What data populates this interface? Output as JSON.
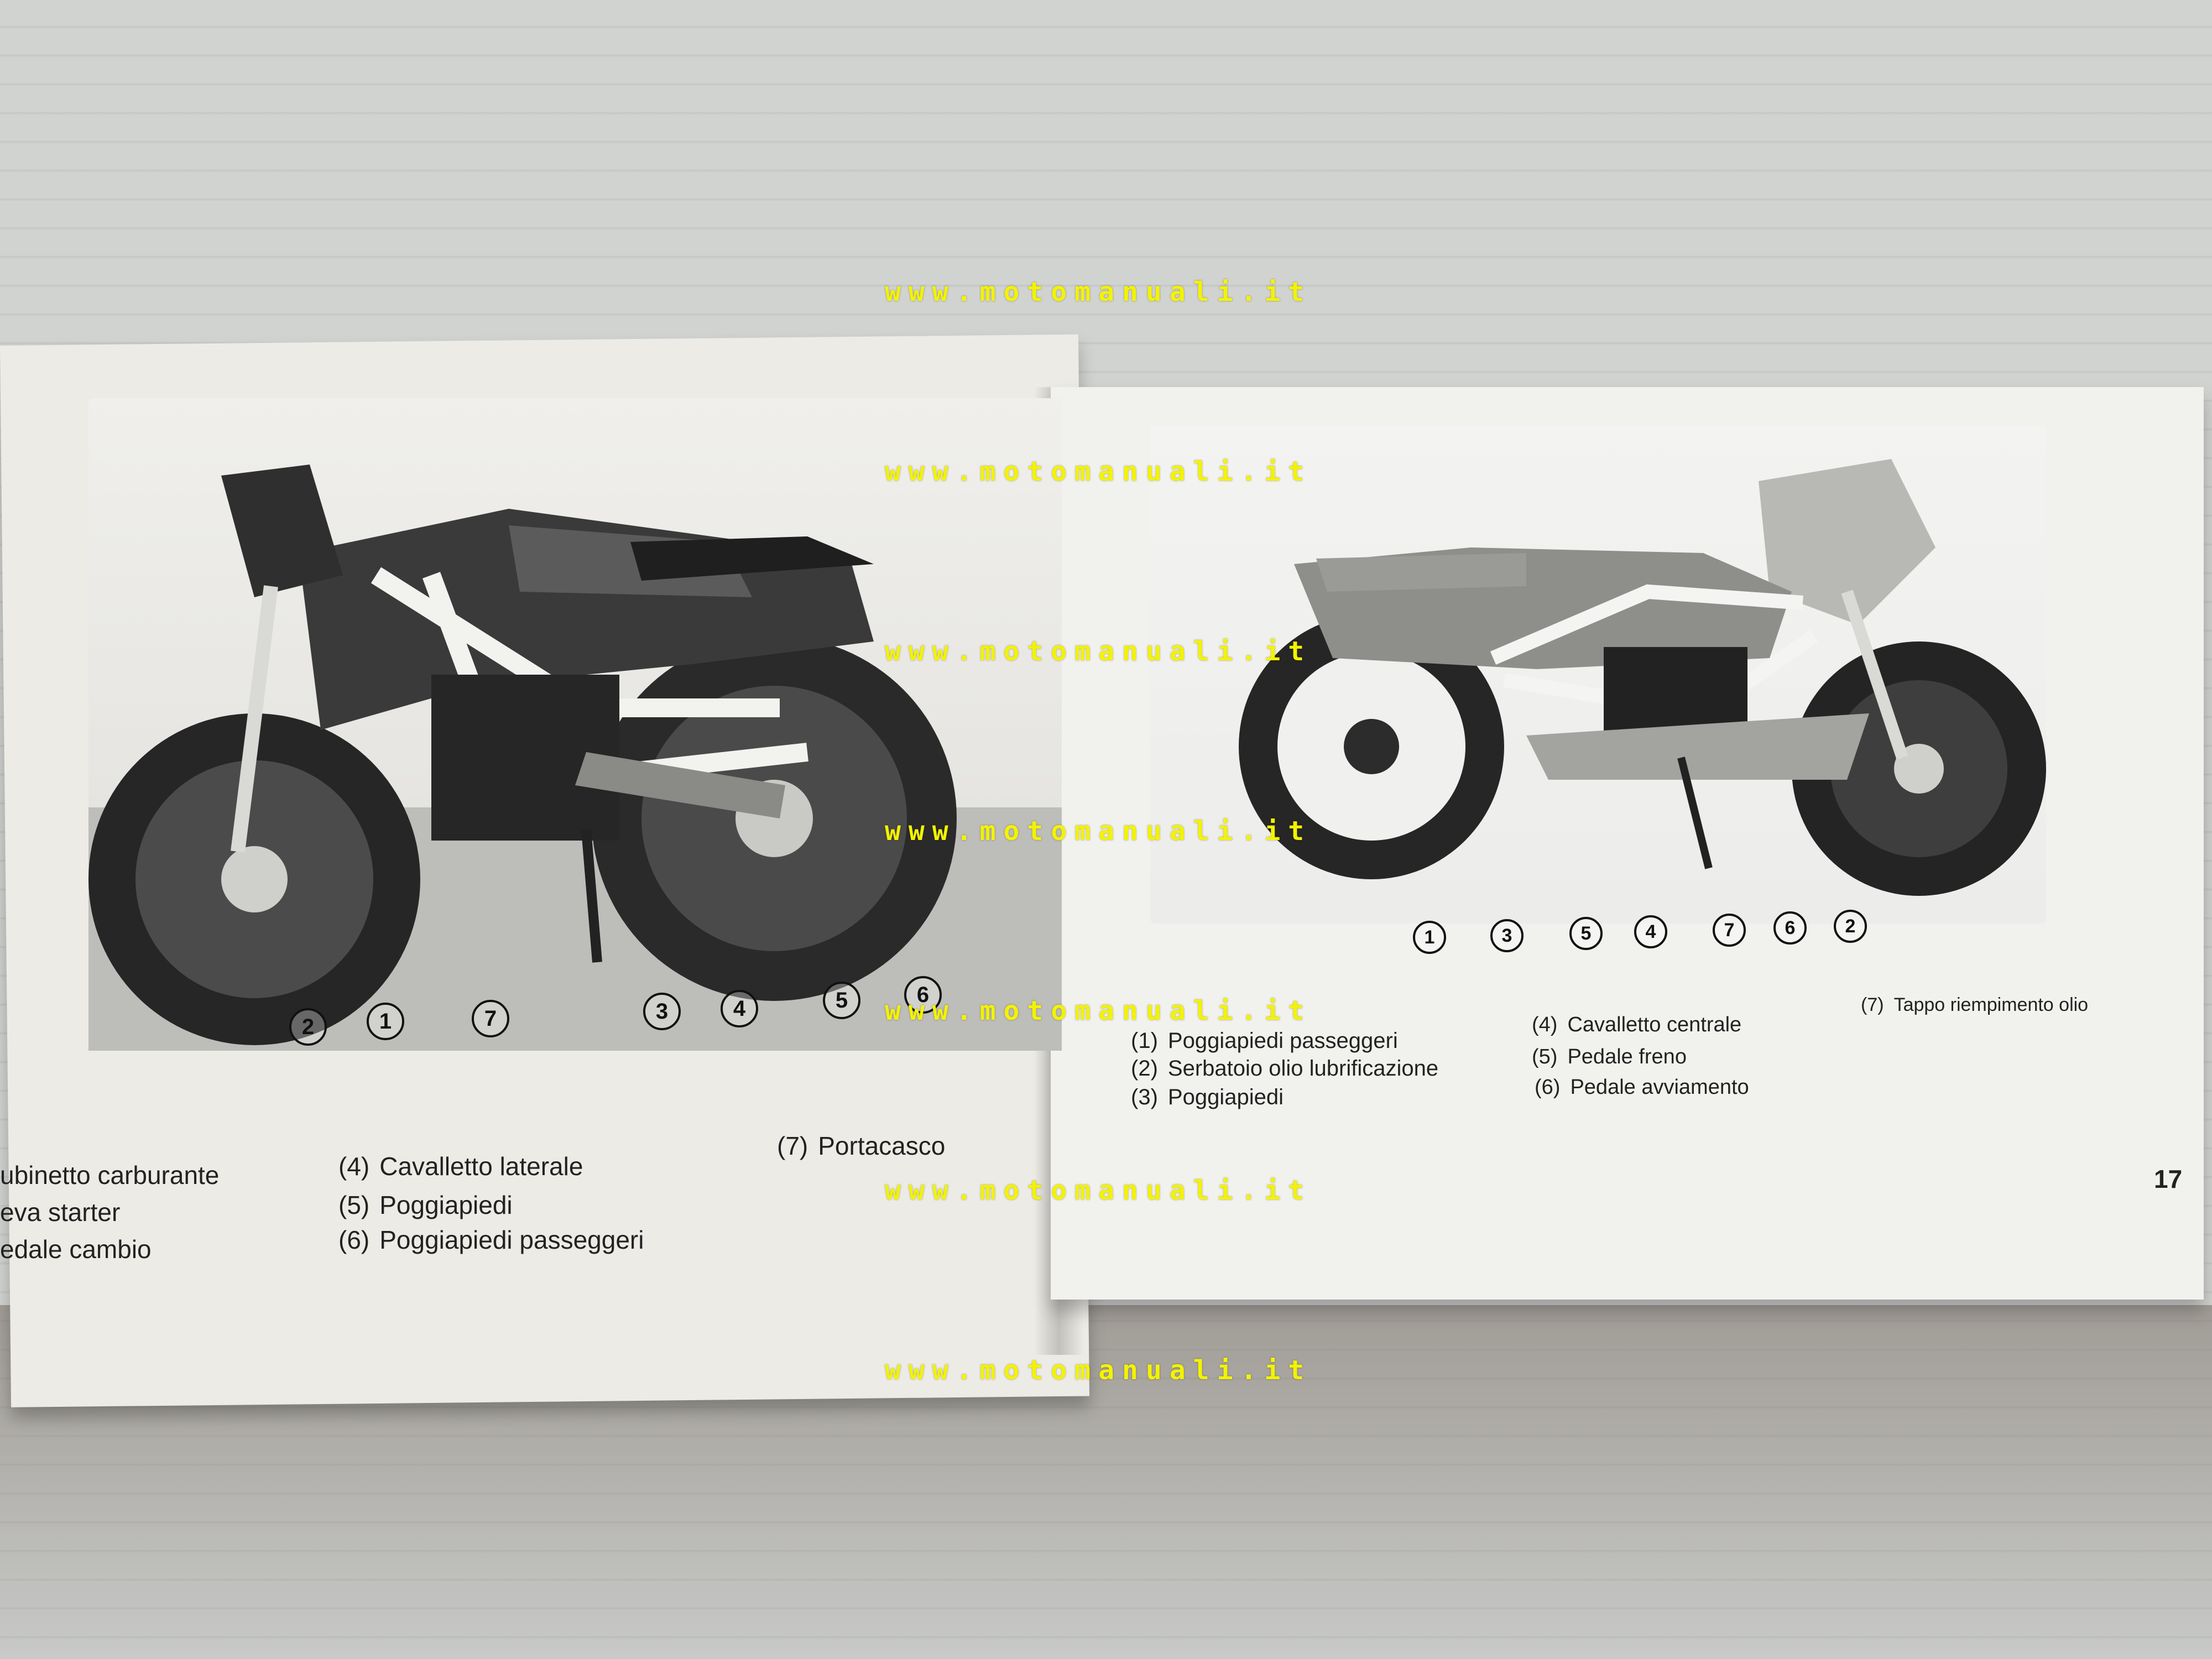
{
  "watermark": "www.motomanuali.it",
  "left_page": {
    "callouts": [
      "2",
      "1",
      "7",
      "3",
      "4",
      "5",
      "6"
    ],
    "legend_col1": [
      "ubinetto carburante",
      "eva starter",
      "edale cambio"
    ],
    "legend_col2": [
      {
        "num": "(4)",
        "text": "Cavalletto laterale"
      },
      {
        "num": "(5)",
        "text": "Poggiapiedi"
      },
      {
        "num": "(6)",
        "text": "Poggiapiedi passeggeri"
      }
    ],
    "legend_col3": [
      {
        "num": "(7)",
        "text": "Portacasco"
      }
    ]
  },
  "right_page": {
    "callouts": [
      "1",
      "3",
      "5",
      "4",
      "7",
      "6",
      "2"
    ],
    "legend_col1": [
      {
        "num": "(1)",
        "text": "Poggiapiedi passeggeri"
      },
      {
        "num": "(2)",
        "text": "Serbatoio olio lubrificazione"
      },
      {
        "num": "(3)",
        "text": "Poggiapiedi"
      }
    ],
    "legend_col2": [
      {
        "num": "(4)",
        "text": "Cavalletto centrale"
      },
      {
        "num": "(5)",
        "text": "Pedale freno"
      },
      {
        "num": "(6)",
        "text": "Pedale avviamento"
      }
    ],
    "legend_col3": [
      {
        "num": "(7)",
        "text": "Tappo riempimento olio"
      }
    ],
    "page_number": "17"
  }
}
